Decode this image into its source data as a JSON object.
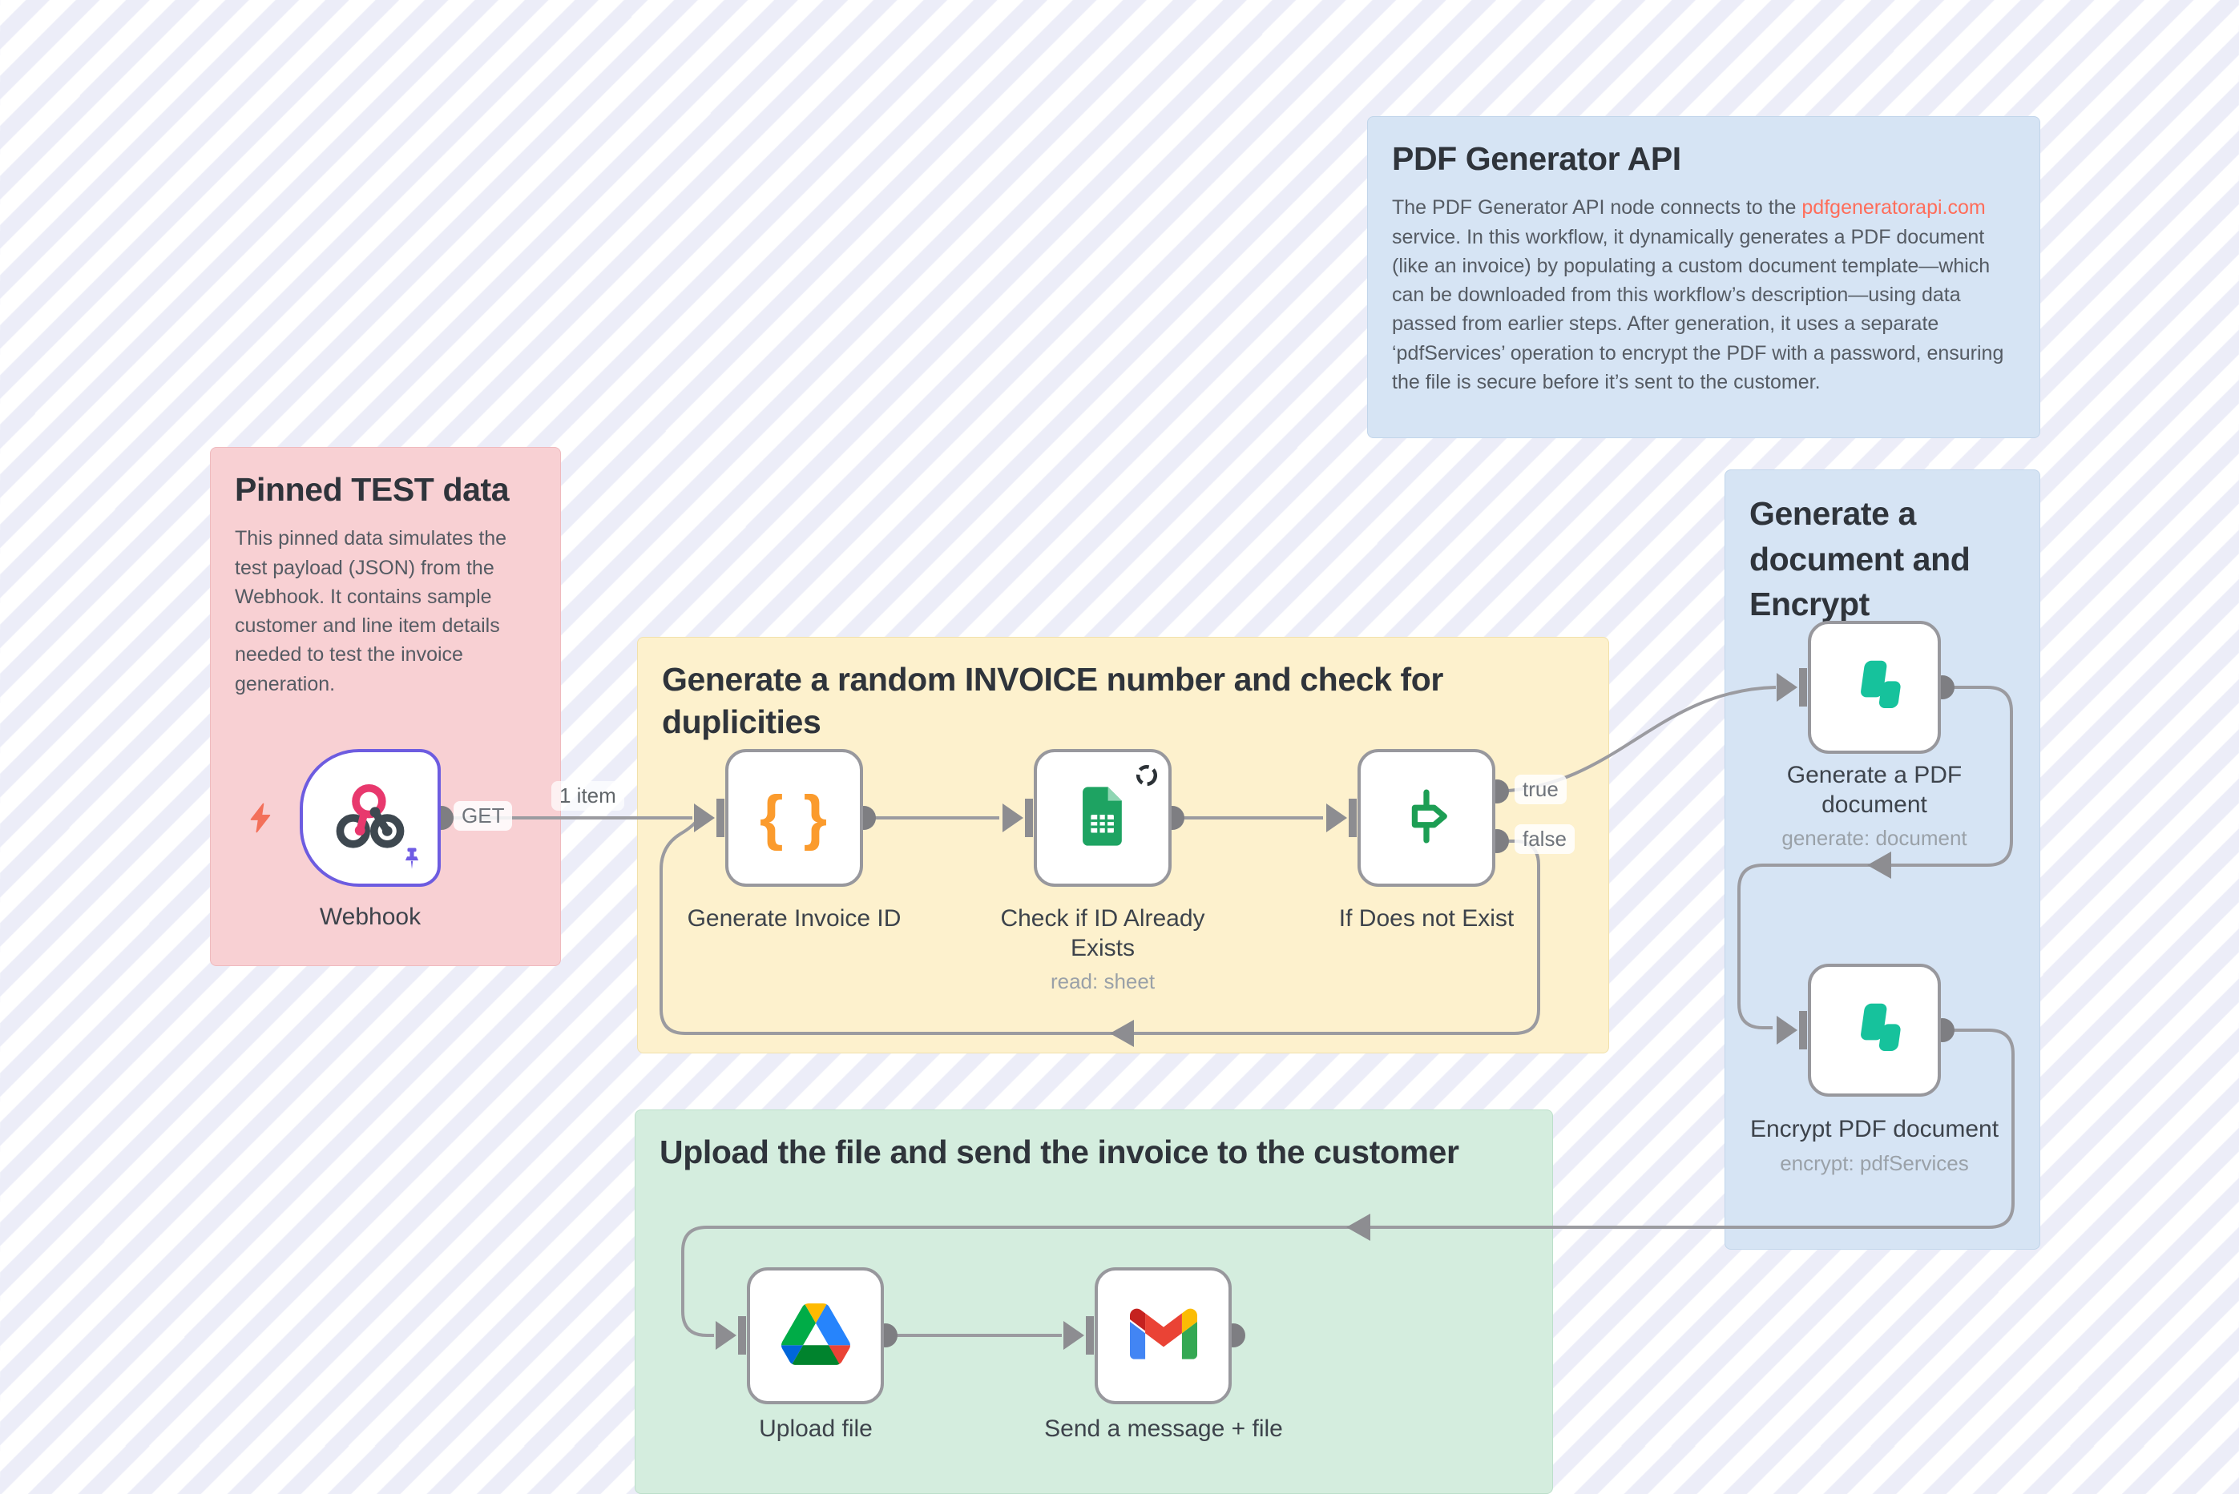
{
  "stickies": {
    "pdf_api": {
      "title": "PDF Generator API",
      "body_before": "The PDF Generator API node connects to the ",
      "link_text": "pdfgeneratorapi.com",
      "body_after": " service. In this workflow, it dynamically generates a PDF document (like an invoice) by populating a custom document template—which can be downloaded from this workflow’s description—using data passed from earlier steps. After generation, it uses a separate ‘pdfServices’ operation to encrypt the PDF with a password, ensuring the file is secure before it’s sent to the customer."
    },
    "pinned_test_data": {
      "title": "Pinned TEST data",
      "body": "This pinned data simulates the test payload (JSON) from the Webhook. It contains sample customer and line item details needed to test the invoice generation."
    },
    "invoice_number": {
      "title": "Generate a random INVOICE number and check for duplicities"
    },
    "generate_encrypt": {
      "title": "Generate a document and Encrypt"
    },
    "upload_send": {
      "title": "Upload the file and send the invoice to the customer"
    }
  },
  "nodes": {
    "webhook": {
      "label": "Webhook"
    },
    "generate_invoice_id": {
      "label": "Generate Invoice ID",
      "icon_glyph": "{ }"
    },
    "check_id": {
      "label": "Check if ID Already Exists",
      "sublabel": "read: sheet"
    },
    "if_not_exist": {
      "label": "If Does not Exist"
    },
    "generate_pdf": {
      "label": "Generate a PDF document",
      "sublabel": "generate: document"
    },
    "encrypt_pdf": {
      "label": "Encrypt PDF document",
      "sublabel": "encrypt: pdfServices"
    },
    "upload_file": {
      "label": "Upload file"
    },
    "send_message": {
      "label": "Send a message + file"
    }
  },
  "connections": {
    "webhook_method": "GET",
    "webhook_items": "1 item",
    "if_true": "true",
    "if_false": "false"
  },
  "colors": {
    "sticky_pink": "#f8d0d3",
    "sticky_yellow": "#fdf1cd",
    "sticky_blue": "#d6e4f4",
    "sticky_green": "#d4edde",
    "link": "#ff6d5a",
    "wire": "#9b9ba0",
    "node_border": "#98989d",
    "trigger_border": "#6d5ce0",
    "code_icon": "#fb9b2d",
    "if_icon": "#1d9e54",
    "pdf_icon": "#16c29c",
    "pin_icon": "#6f5ce4",
    "bolt_icon": "#f3705a"
  }
}
